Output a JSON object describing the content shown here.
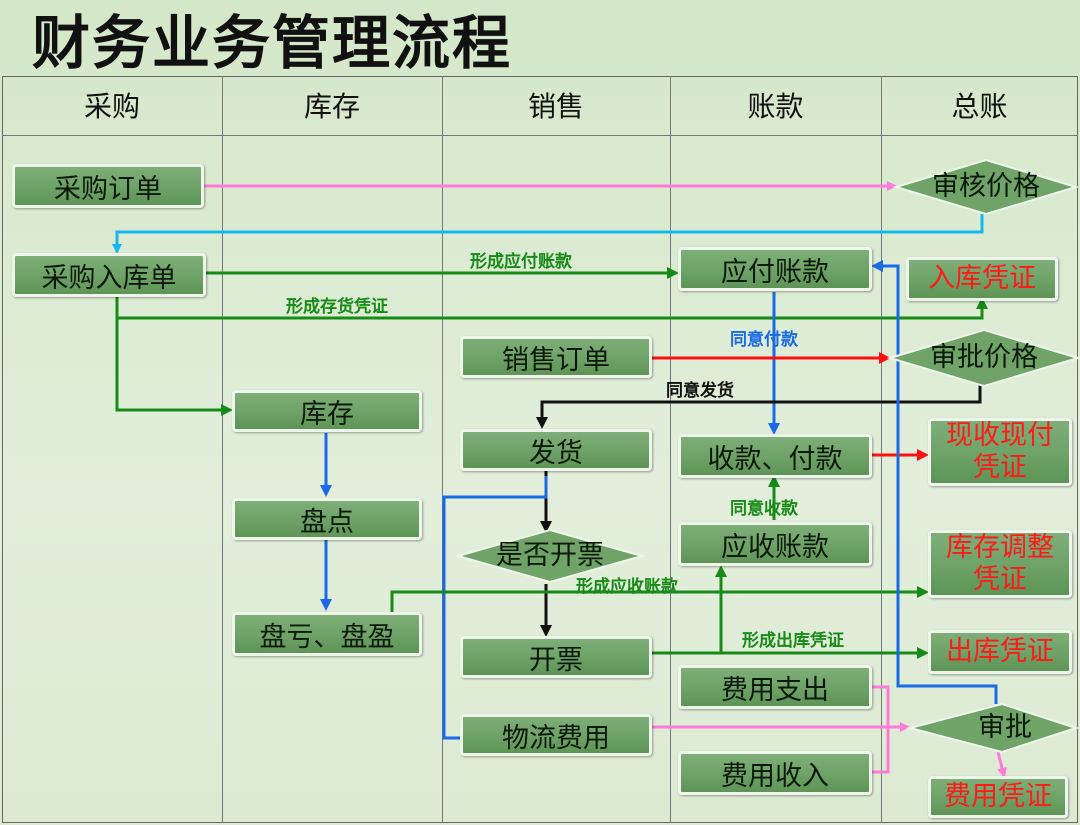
{
  "title": "财务业务管理流程",
  "lanes": [
    "采购",
    "库存",
    "销售",
    "账款",
    "总账"
  ],
  "boxes": {
    "purchase_order": "采购订单",
    "purchase_receipt": "采购入库单",
    "inventory": "库存",
    "stocktake": "盘点",
    "loss_gain": "盘亏、盘盈",
    "sales_order": "销售订单",
    "shipment": "发货",
    "invoicing": "开票",
    "logistics_cost": "物流费用",
    "accounts_payable": "应付账款",
    "collect_pay": "收款、付款",
    "accounts_receivable": "应收账款",
    "expense_out": "费用支出",
    "expense_in": "费用收入"
  },
  "decisions": {
    "review_price": "审核价格",
    "approve_price": "审批价格",
    "need_invoice": "是否开票",
    "approve": "审批"
  },
  "vouchers": {
    "receipt_voucher": "入库凭证",
    "cash_voucher": "现收现付\n凭证",
    "stock_adjust_voucher": "库存调整\n凭证",
    "outbound_voucher": "出库凭证",
    "expense_voucher": "费用凭证"
  },
  "edge_labels": {
    "form_payable": "形成应付账款",
    "form_inventory_voucher": "形成存货凭证",
    "agree_payment": "同意付款",
    "agree_shipping": "同意发货",
    "agree_collection": "同意收款",
    "form_receivable": "形成应收账款",
    "form_outbound_voucher": "形成出库凭证"
  },
  "colors": {
    "box_fill": "#6fa368",
    "box_border": "#eef5ea",
    "voucher_text": "#ff1a1a",
    "pink": "#ff7bd8",
    "cyan": "#19b5f0",
    "blue": "#1a6ae6",
    "green": "#188a18",
    "red": "#ff1010",
    "black": "#111111"
  }
}
